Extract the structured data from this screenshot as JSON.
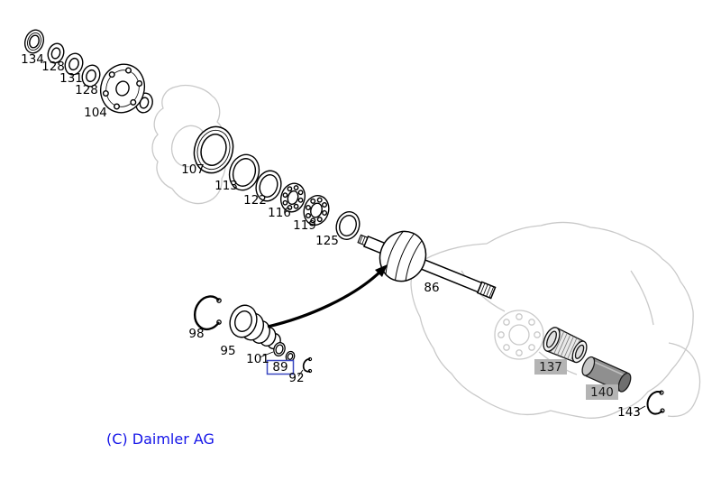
{
  "diagram": {
    "type": "exploded-parts-diagram",
    "copyright": "(C) Daimler AG",
    "parts": [
      {
        "label": "134",
        "highlight": "none"
      },
      {
        "label": "128",
        "highlight": "none"
      },
      {
        "label": "131",
        "highlight": "none"
      },
      {
        "label": "128",
        "highlight": "none"
      },
      {
        "label": "104",
        "highlight": "none"
      },
      {
        "label": "107",
        "highlight": "none"
      },
      {
        "label": "113",
        "highlight": "none"
      },
      {
        "label": "122",
        "highlight": "none"
      },
      {
        "label": "116",
        "highlight": "none"
      },
      {
        "label": "119",
        "highlight": "none"
      },
      {
        "label": "125",
        "highlight": "none"
      },
      {
        "label": "86",
        "highlight": "none"
      },
      {
        "label": "98",
        "highlight": "none"
      },
      {
        "label": "95",
        "highlight": "none"
      },
      {
        "label": "101",
        "highlight": "none"
      },
      {
        "label": "89",
        "highlight": "blue-outline-box"
      },
      {
        "label": "92",
        "highlight": "none"
      },
      {
        "label": "137",
        "highlight": "gray-box"
      },
      {
        "label": "140",
        "highlight": "gray-box"
      },
      {
        "label": "143",
        "highlight": "none"
      }
    ],
    "colors": {
      "background": "#ffffff",
      "part_outline": "#000000",
      "label_text": "#000000",
      "background_outline": "#c9c9c9",
      "copyright_text": "#1515e8",
      "gray_box_fill": "#b4b4b4",
      "blue_box_stroke": "#3947c0"
    }
  }
}
